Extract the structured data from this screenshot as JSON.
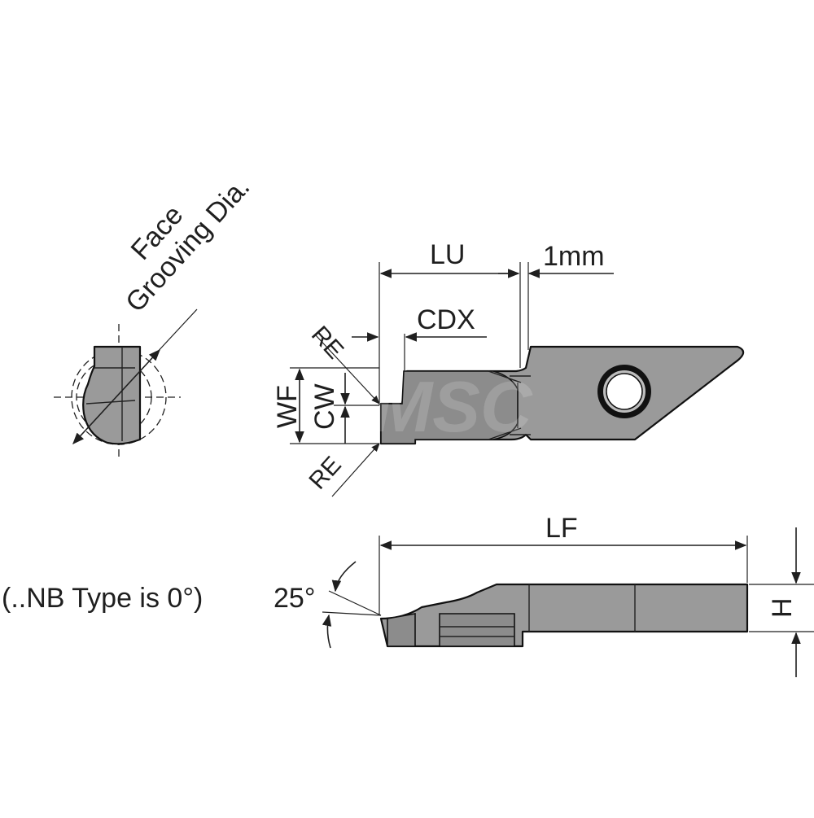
{
  "labels": {
    "face_grooving_line1": "Face",
    "face_grooving_line2": "Grooving Dia.",
    "lu": "LU",
    "one_mm": "1mm",
    "cdx": "CDX",
    "re_top": "RE",
    "re_bottom": "RE",
    "wf": "WF",
    "cw": "CW",
    "lf": "LF",
    "h": "H",
    "angle": "25°",
    "nb_note": "(..NB Type is 0°)"
  },
  "watermark": "MSC",
  "colors": {
    "insert_fill": "#9a9a9a",
    "line": "#1f1f1f"
  }
}
